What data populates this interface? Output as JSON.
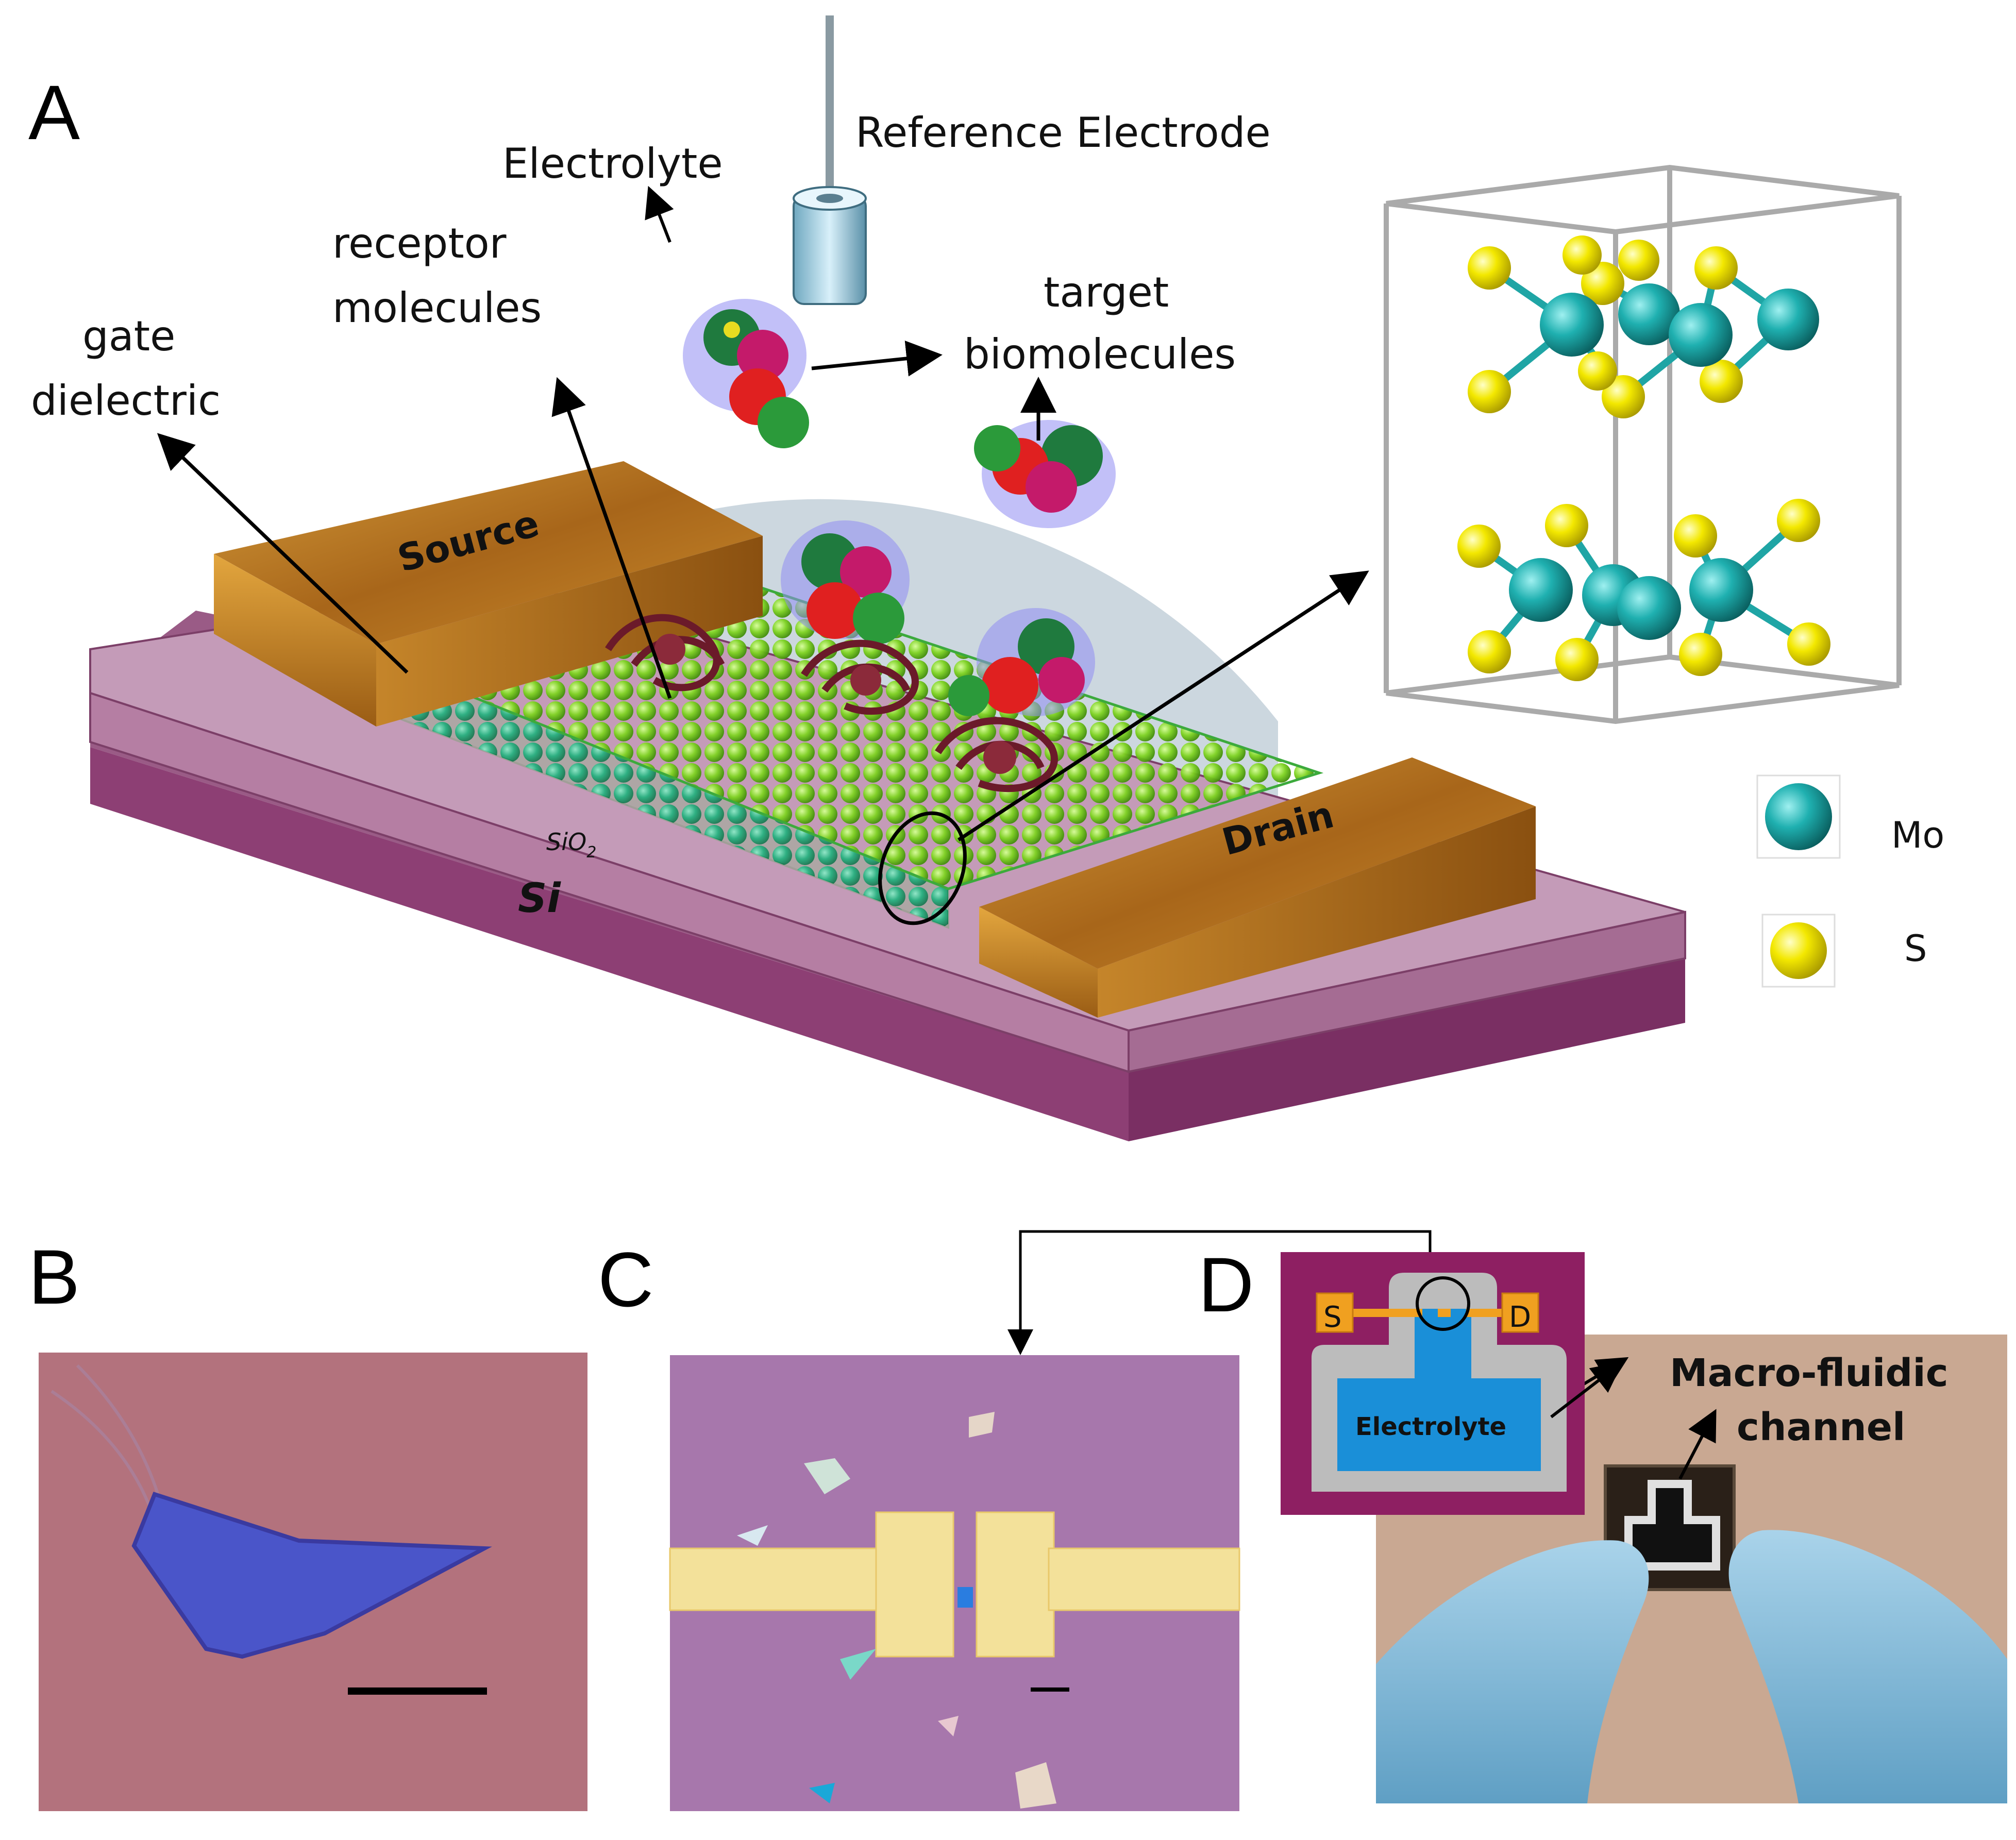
{
  "panels": {
    "a": "A",
    "b": "B",
    "c": "C",
    "d": "D"
  },
  "labels": {
    "reference_electrode": "Reference Electrode",
    "electrolyte": "Electrolyte",
    "receptor_line1": "receptor",
    "receptor_line2": "molecules",
    "target_line1": "target",
    "target_line2": "biomolecules",
    "gate_line1": "gate",
    "gate_line2": "dielectric",
    "source": "Source",
    "drain": "Drain",
    "sio2": "SiO",
    "sio2_sub": "2",
    "si": "Si"
  },
  "legend": {
    "mo": "Mo",
    "s": "S"
  },
  "inset": {
    "s": "S",
    "d": "D",
    "electrolyte": "Electrolyte"
  },
  "photo": {
    "channel_line1": "Macro-fluidic",
    "channel_line2": "channel"
  },
  "colors": {
    "mo": "#1fa5a5",
    "s": "#f2e600",
    "gold": "#b8761c",
    "substrate": "#8a4a74",
    "substrate_top": "#b88aa6",
    "inset_bg": "#8e1f62",
    "inset_blue": "#1a8fd8"
  }
}
